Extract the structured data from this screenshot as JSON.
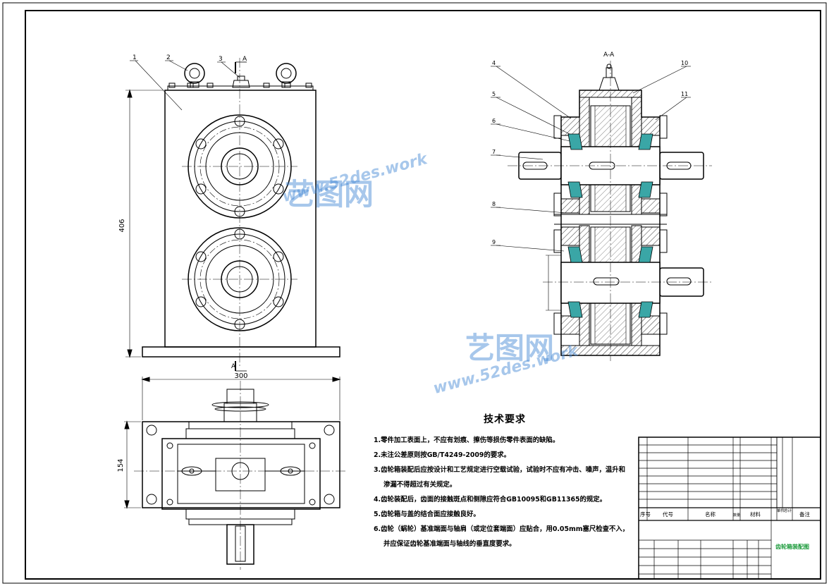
{
  "tech_requirements": {
    "title": "技术要求",
    "items": [
      {
        "num": "1.",
        "text": "零件加工表面上，不应有划痕、擦伤等损伤零件表面的缺陷。",
        "cont": ""
      },
      {
        "num": "2.",
        "text": "未注公差原则按GB/T4249-2009的要求。",
        "cont": ""
      },
      {
        "num": "3.",
        "text": "齿轮箱装配后应按设计和工艺规定进行空载试验，试验时不应有冲击、噪声，温升和",
        "cont": "渗漏不得超过有关规定。"
      },
      {
        "num": "4.",
        "text": "齿轮装配后，齿面的接触斑点和侧隙应符合GB10095和GB11365的规定。",
        "cont": ""
      },
      {
        "num": "5.",
        "text": "齿轮箱与盖的结合面应接触良好。",
        "cont": ""
      },
      {
        "num": "6.",
        "text": "齿轮（蜗轮）基准端面与轴肩（或定位套端面）应贴合，用0.05mm塞尺检查不入，",
        "cont": "并应保证齿轮基准端面与轴线的垂直度要求。"
      }
    ]
  },
  "dimensions": {
    "height": "406",
    "width": "300",
    "depth": "154"
  },
  "section_labels": {
    "cut_top": "A",
    "cut_bottom": "A",
    "section_title": "A-A"
  },
  "part_numbers": [
    "1",
    "2",
    "3",
    "4",
    "5",
    "6",
    "7",
    "8",
    "9",
    "10",
    "11"
  ],
  "title_block": {
    "header": [
      "序号",
      "代号",
      "名称",
      "数量",
      "材料",
      "单件",
      "总计",
      "备注"
    ],
    "drawing_title": "齿轮箱装配图"
  },
  "watermark": {
    "brand": "艺图网",
    "url": "www.52des.work"
  },
  "colors": {
    "line": "#000000",
    "bearing": "#3aa6a6",
    "watermark": "#3c82d2",
    "title_green": "#1a9a3a"
  }
}
